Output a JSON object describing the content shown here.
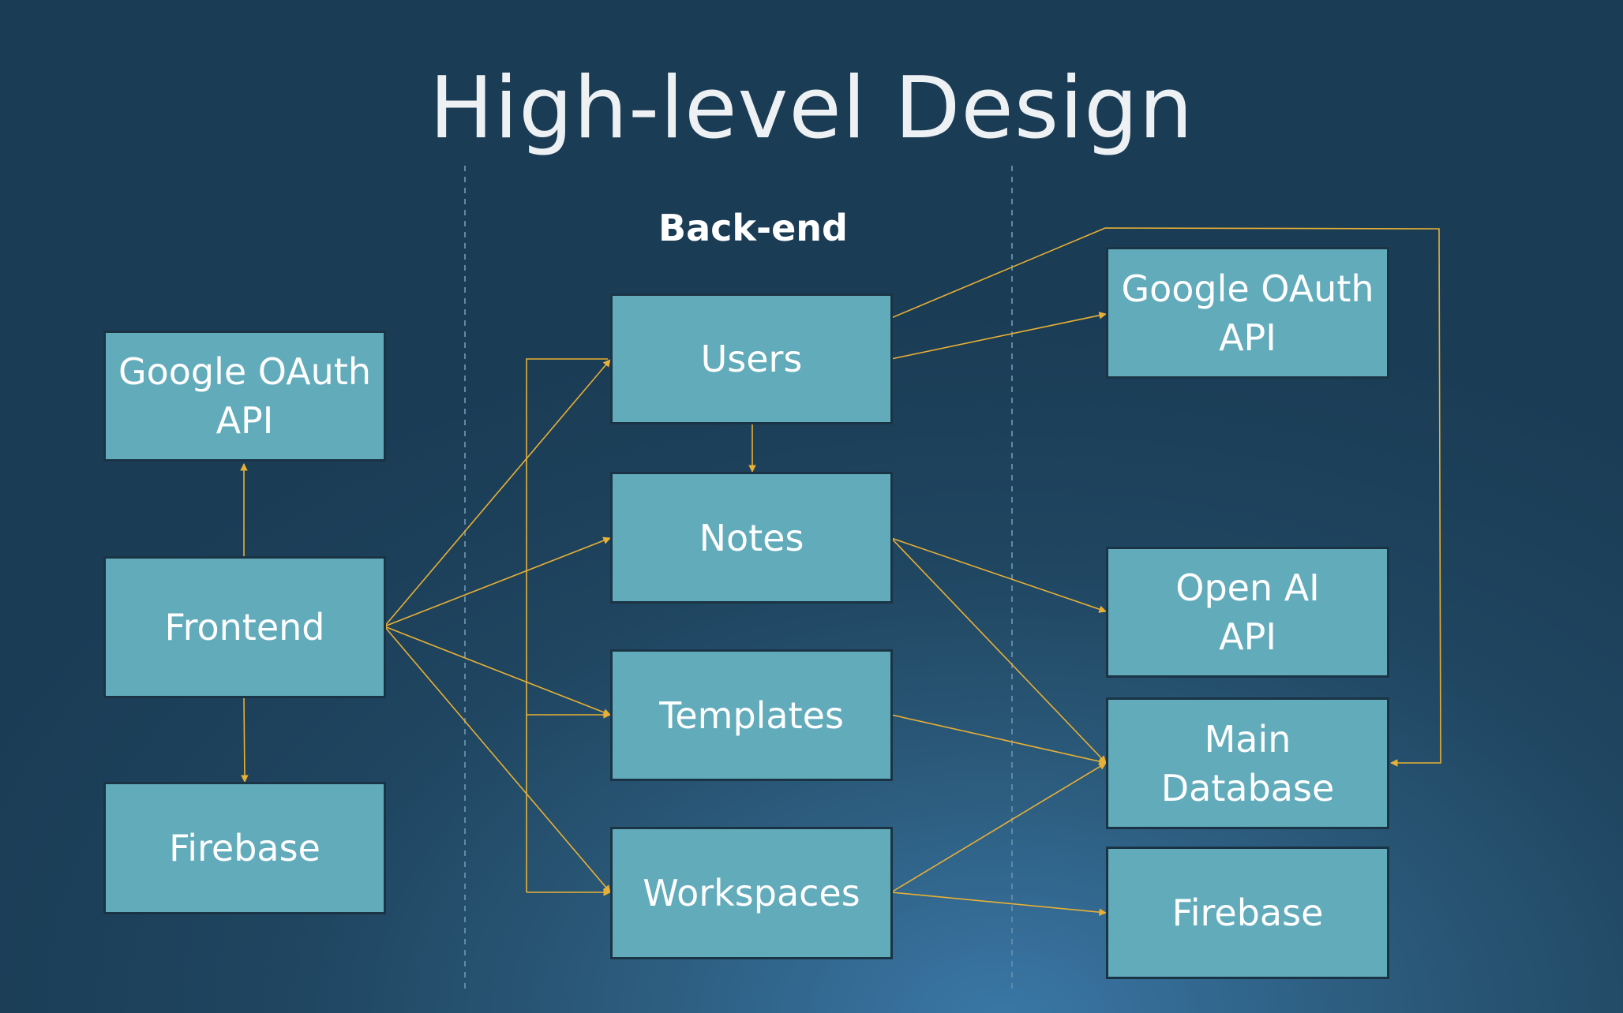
{
  "title": "High-level Design",
  "section_label": "Back-end",
  "nodes": {
    "left_oauth": "Google OAuth\nAPI",
    "frontend": "Frontend",
    "left_firebase": "Firebase",
    "users": "Users",
    "notes": "Notes",
    "templates": "Templates",
    "workspaces": "Workspaces",
    "right_oauth": "Google OAuth\nAPI",
    "openai": "Open AI\nAPI",
    "main_db": "Main\nDatabase",
    "right_firebase": "Firebase"
  },
  "colors": {
    "box_fill": "#61abbb",
    "box_border": "#1a3445",
    "arrow": "#e8b035",
    "divider": "#5f8aa5"
  }
}
